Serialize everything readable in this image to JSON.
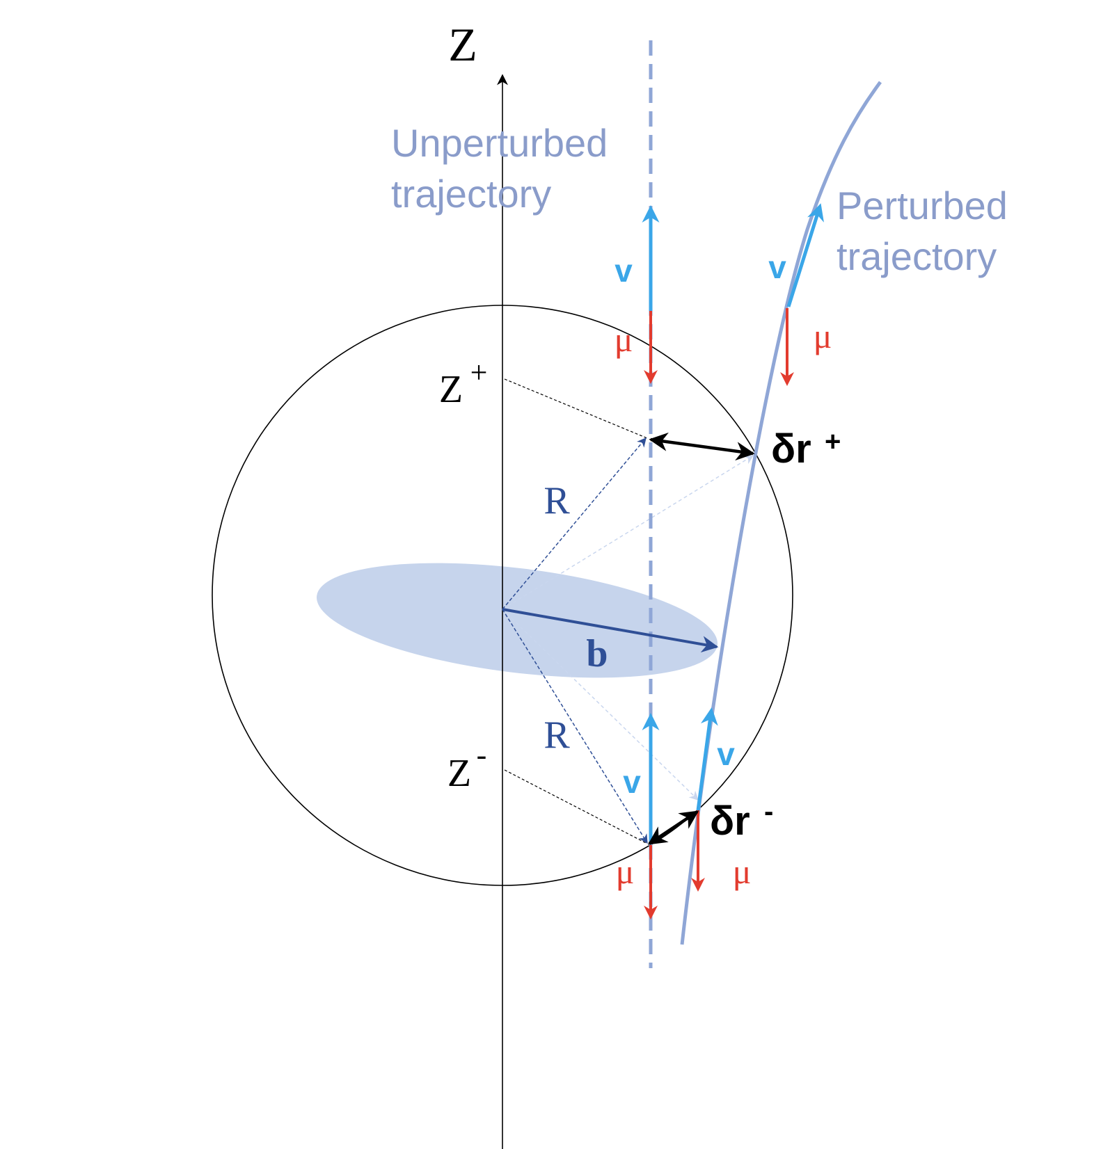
{
  "labels": {
    "z_axis": "Z",
    "z_plus": "Z",
    "z_plus_sup": "+",
    "z_minus": "Z",
    "z_minus_sup": "-",
    "unperturbed_line1": "Unperturbed",
    "unperturbed_line2": "trajectory",
    "perturbed_line1": "Perturbed",
    "perturbed_line2": "trajectory",
    "v_unpert_top": "v",
    "v_pert_top": "v",
    "v_unpert_bottom": "v",
    "v_pert_bottom": "v",
    "mu_unpert_top": "μ",
    "mu_pert_top": "μ",
    "mu_unpert_bottom": "μ",
    "mu_pert_bottom": "μ",
    "delta_r_plus": "δr",
    "delta_r_plus_sup": "+",
    "delta_r_minus": "δr",
    "delta_r_minus_sup": "-",
    "radius_top": "R",
    "radius_bottom": "R",
    "impact_parameter": "b"
  },
  "colors": {
    "axis": "#000000",
    "trajectory": "#8fa6d6",
    "velocity": "#3aa6e8",
    "mu": "#e23b2e",
    "vector_dark": "#2f4f96",
    "vector_light": "#c9d6ee",
    "disk_fill": "#c6d4ec",
    "text_label": "#8a9cca",
    "black": "#000000"
  }
}
